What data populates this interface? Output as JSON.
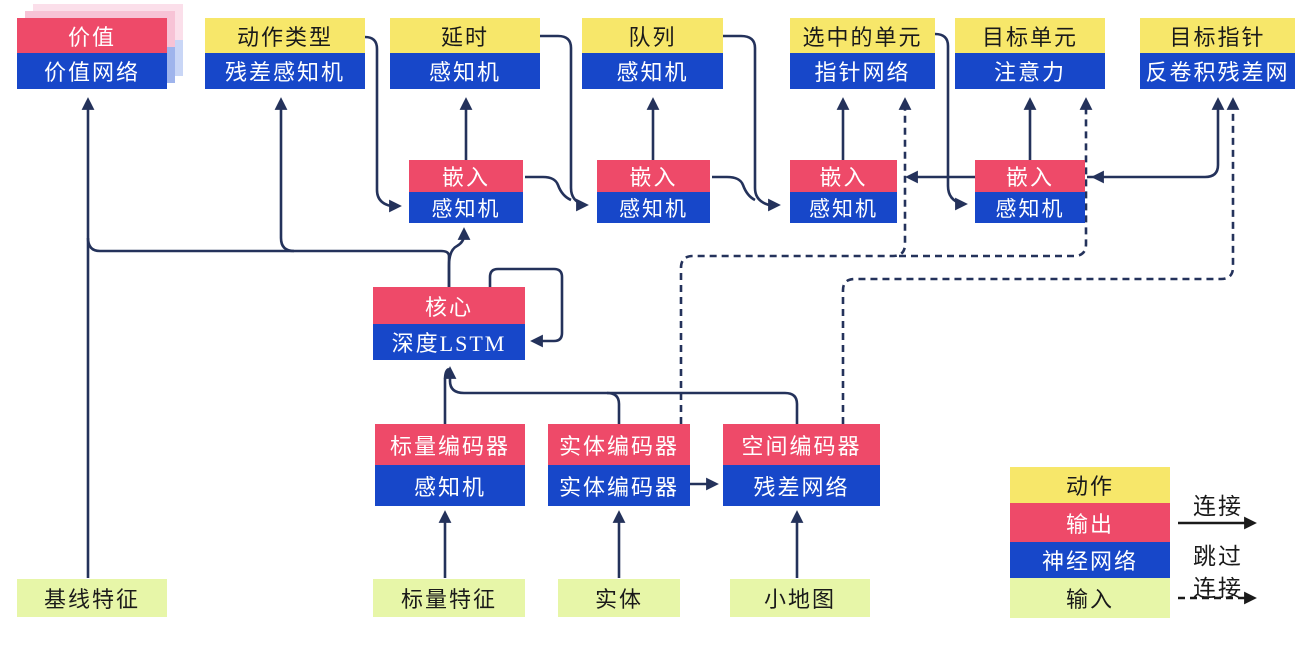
{
  "diagram": {
    "top_row": [
      {
        "header": "价值",
        "sub": "价值网络"
      },
      {
        "header": "动作类型",
        "sub": "残差感知机"
      },
      {
        "header": "延时",
        "sub": "感知机"
      },
      {
        "header": "队列",
        "sub": "感知机"
      },
      {
        "header": "选中的单元",
        "sub": "指针网络"
      },
      {
        "header": "目标单元",
        "sub": "注意力"
      },
      {
        "header": "目标指针",
        "sub": "反卷积残差网"
      }
    ],
    "embed_boxes": [
      {
        "header": "嵌入",
        "sub": "感知机"
      },
      {
        "header": "嵌入",
        "sub": "感知机"
      },
      {
        "header": "嵌入",
        "sub": "感知机"
      },
      {
        "header": "嵌入",
        "sub": "感知机"
      }
    ],
    "core": {
      "header": "核心",
      "sub": "深度LSTM"
    },
    "encoders": [
      {
        "header": "标量编码器",
        "sub": "感知机"
      },
      {
        "header": "实体编码器",
        "sub": "实体编码器"
      },
      {
        "header": "空间编码器",
        "sub": "残差网络"
      }
    ],
    "inputs": [
      {
        "label": "基线特征"
      },
      {
        "label": "标量特征"
      },
      {
        "label": "实体"
      },
      {
        "label": "小地图"
      }
    ],
    "legend": {
      "rows": [
        {
          "label": "动作"
        },
        {
          "label": "输出"
        },
        {
          "label": "神经网络"
        },
        {
          "label": "输入"
        }
      ],
      "solid_arrow_label": "连接",
      "dashed_arrow_label_line1": "跳过",
      "dashed_arrow_label_line2": "连接"
    },
    "colors": {
      "action_yellow": "#F7E76A",
      "output_pink": "#EE4A69",
      "network_blue": "#1747C9",
      "input_green": "#E7F6A8",
      "edge_navy": "#24325B",
      "legend_arrow_black": "#1A1A1A"
    }
  }
}
